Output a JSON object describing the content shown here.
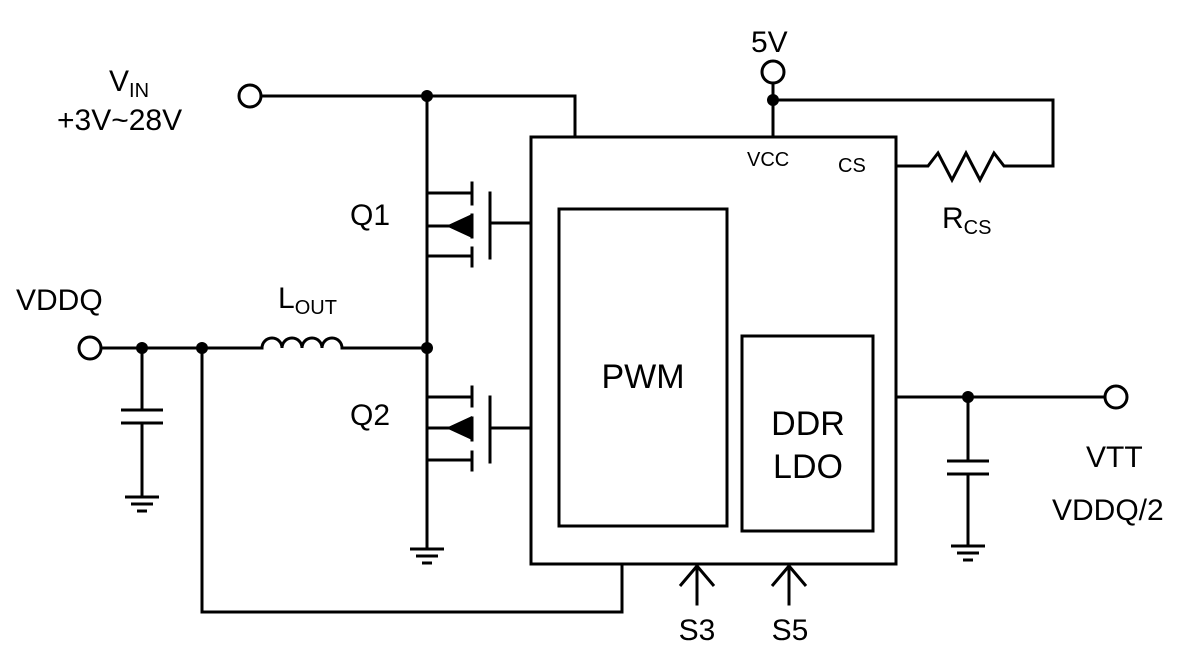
{
  "labels": {
    "vin_main": "V",
    "vin_sub": "IN",
    "vin_range": "+3V~28V",
    "five_v": "5V",
    "vcc": "VCC",
    "cs": "CS",
    "rcs_main": "R",
    "rcs_sub": "CS",
    "q1": "Q1",
    "q2": "Q2",
    "vddq": "VDDQ",
    "lout_main": "L",
    "lout_sub": "OUT",
    "pwm": "PWM",
    "ddr_line1": "DDR",
    "ddr_line2": "LDO",
    "vtt": "VTT",
    "vtt_value": "VDDQ/2",
    "s3": "S3",
    "s5": "S5"
  }
}
